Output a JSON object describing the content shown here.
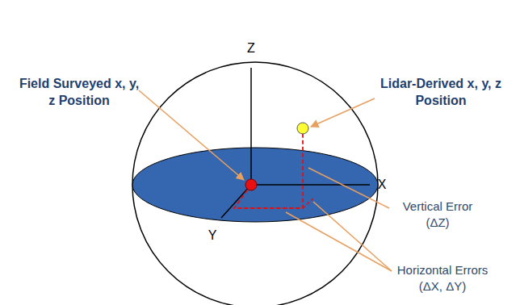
{
  "diagram": {
    "labels": [
      "Z",
      "Field Surveyed x, y, z Position",
      "Lidar-Derived x, y, z Position",
      "X",
      "Vertical Error (ΔZ)",
      "Y",
      "Horizontal Errors (ΔX, ΔY)"
    ]
  }
}
